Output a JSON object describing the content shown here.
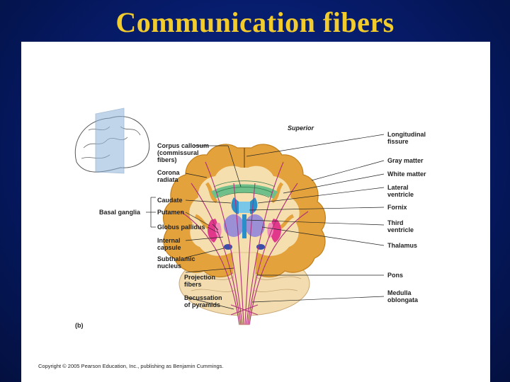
{
  "title": "Communication fibers",
  "figure": {
    "panel_letter": "(b)",
    "orientation": "Superior",
    "left_labels": {
      "corpus_callosum": [
        "Corpus callosum",
        "(commissural",
        "fibers)"
      ],
      "corona_radiata": [
        "Corona",
        "radiata"
      ],
      "basal_ganglia": "Basal ganglia",
      "caudate": "Caudate",
      "putamen": "Putamen",
      "globus_pallidus": "Globus pallidus",
      "internal_capsule": [
        "Internal",
        "capsule"
      ],
      "subthalamic_nucleus": [
        "Subthalamic",
        "nucleus"
      ],
      "projection_fibers": [
        "Projection",
        "fibers"
      ],
      "decussation": [
        "Decussation",
        "of pyramids"
      ]
    },
    "right_labels": {
      "longitudinal_fissure": [
        "Longitudinal",
        "fissure"
      ],
      "gray_matter": "Gray matter",
      "white_matter": "White matter",
      "lateral_ventricle": [
        "Lateral",
        "ventricle"
      ],
      "fornix": "Fornix",
      "third_ventricle": [
        "Third",
        "ventricle"
      ],
      "thalamus": "Thalamus",
      "pons": "Pons",
      "medulla_oblongata": [
        "Medulla",
        "oblongata"
      ]
    },
    "copyright": "Copyright © 2005 Pearson Education, Inc., publishing as Benjamin Cummings."
  },
  "colors": {
    "title": "#f2cc2c",
    "background": "#061a66",
    "gray_matter": "#e3a23c",
    "white_matter": "#f6dfae",
    "fibers": "#b0307a",
    "ventricle": "#2a8fc9",
    "thalamus": "#9b8fd6",
    "nuclei": "#e2388c",
    "corpus_callosum": "#6fbf8a"
  }
}
